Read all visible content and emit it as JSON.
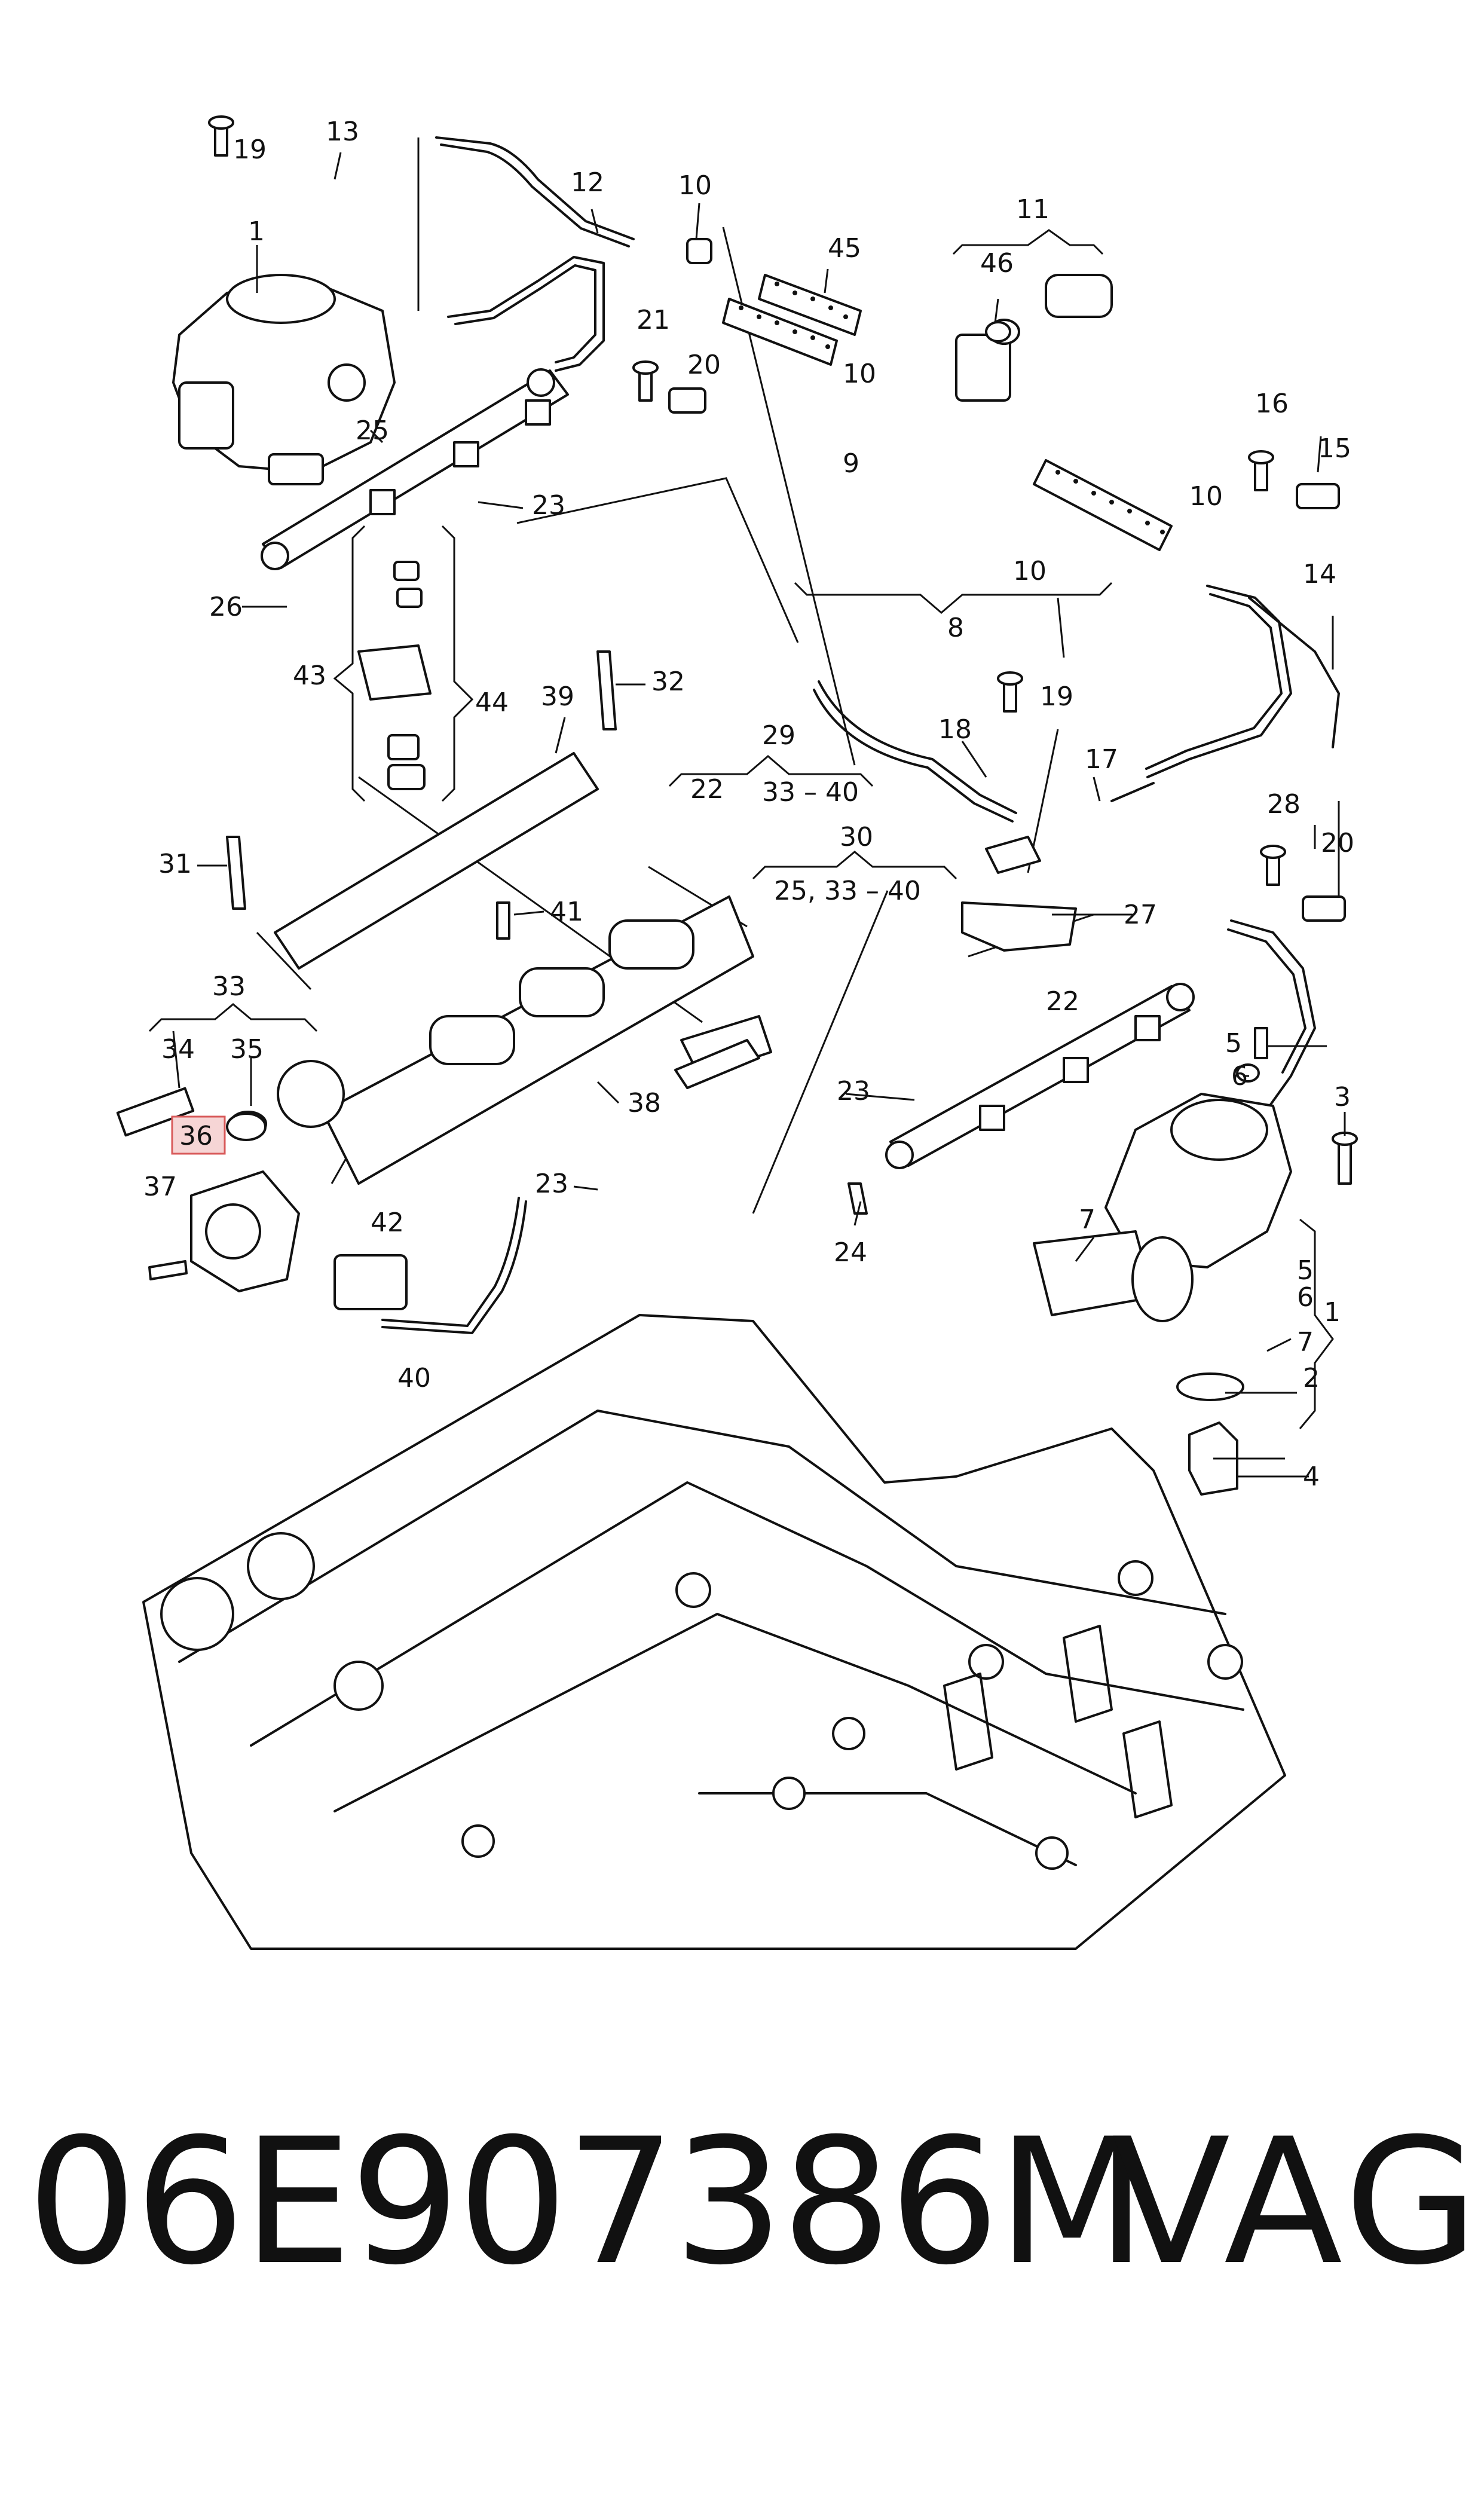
{
  "callouts": [
    "1",
    "2",
    "3",
    "4",
    "5",
    "6",
    "7",
    "8",
    "9",
    "10",
    "11",
    "12",
    "13",
    "14",
    "15",
    "16",
    "17",
    "18",
    "19",
    "20",
    "21",
    "22",
    "23",
    "24",
    "25",
    "26",
    "27",
    "28",
    "29",
    "30",
    "31",
    "32",
    "33",
    "34",
    "35",
    "36",
    "37",
    "38",
    "39",
    "40",
    "41",
    "42",
    "43",
    "44",
    "45",
    "46"
  ],
  "group_labels": {
    "g29": "33 – 40",
    "g30": "25, 33 – 40"
  },
  "highlighted_callout": "36",
  "footer": {
    "part_number": "06E907386M",
    "brand": "VAG"
  }
}
